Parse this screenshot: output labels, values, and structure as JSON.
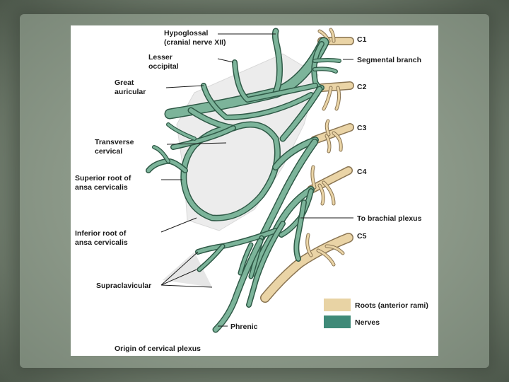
{
  "diagram": {
    "caption": "Origin of cervical plexus",
    "labels": {
      "hypoglossal": "Hypoglossal",
      "hypoglossal_sub": "(cranial nerve XII)",
      "lesser": "Lesser",
      "lesser_sub": "occipital",
      "great": "Great",
      "great_sub": "auricular",
      "transverse": "Transverse",
      "transverse_sub": "cervical",
      "superior": "Superior root of",
      "superior_sub": "ansa cervicalis",
      "inferior": "Inferior root of",
      "inferior_sub": "ansa cervicalis",
      "supraclavicular": "Supraclavicular",
      "phrenic": "Phrenic",
      "c1": "C1",
      "segmental": "Segmental branch",
      "c2": "C2",
      "c3": "C3",
      "c4": "C4",
      "brachial": "To brachial plexus",
      "c5": "C5"
    },
    "legend": [
      {
        "label": "Roots (anterior rami)",
        "color": "#e8d3a4"
      },
      {
        "label": "Nerves",
        "color": "#3f8a78"
      }
    ]
  }
}
